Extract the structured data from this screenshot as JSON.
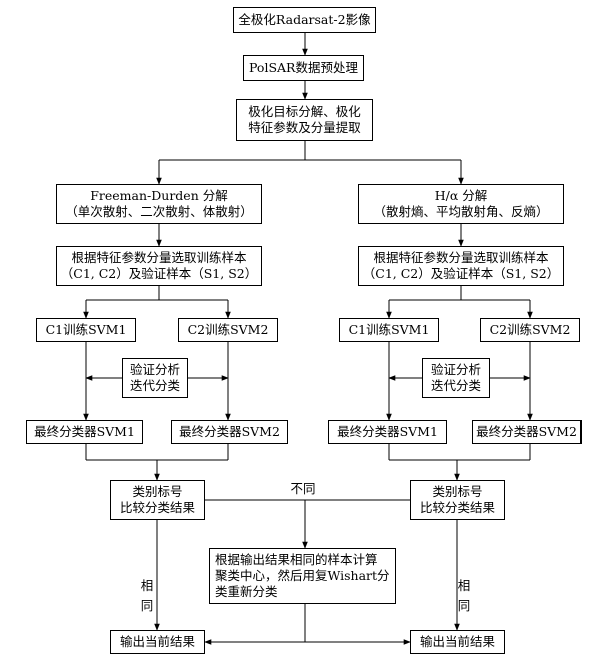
{
  "nodes": {
    "n1": "全极化Radarsat-2影像",
    "n2": "PolSAR数据预处理",
    "n3": "极化目标分解、极化\n特征参数及分量提取",
    "fd": "Freeman-Durden  分解\n（单次散射、二次散射、体散射）",
    "ha": "H/α  分解\n（散射熵、平均散射角、反熵）",
    "sampL": "根据特征参数分量选取训练样本\n（C1, C2）及验证样本（S1, S2）",
    "sampR": "根据特征参数分量选取训练样本\n（C1, C2）及验证样本（S1, S2）",
    "c1L": "C1训练SVM1",
    "c2L": "C2训练SVM2",
    "c1R": "C1训练SVM1",
    "c2R": "C2训练SVM2",
    "valL": "验证分析\n迭代分类",
    "valR": "验证分析\n迭代分类",
    "f1L": "最终分类器SVM1",
    "f2L": "最终分类器SVM2",
    "f1R": "最终分类器SVM1",
    "f2R": "最终分类器SVM2",
    "cmpL": "类别标号\n比较分类结果",
    "cmpR": "类别标号\n比较分类结果",
    "recl": "根据输出结果相同的样本计算\n聚类中心，然后用复Wishart分\n类重新分类",
    "outL": "输出当前结果",
    "outR": "输出当前结果"
  },
  "labels": {
    "diff": "不同",
    "sameL": "相\n同",
    "sameR": "相\n同"
  }
}
